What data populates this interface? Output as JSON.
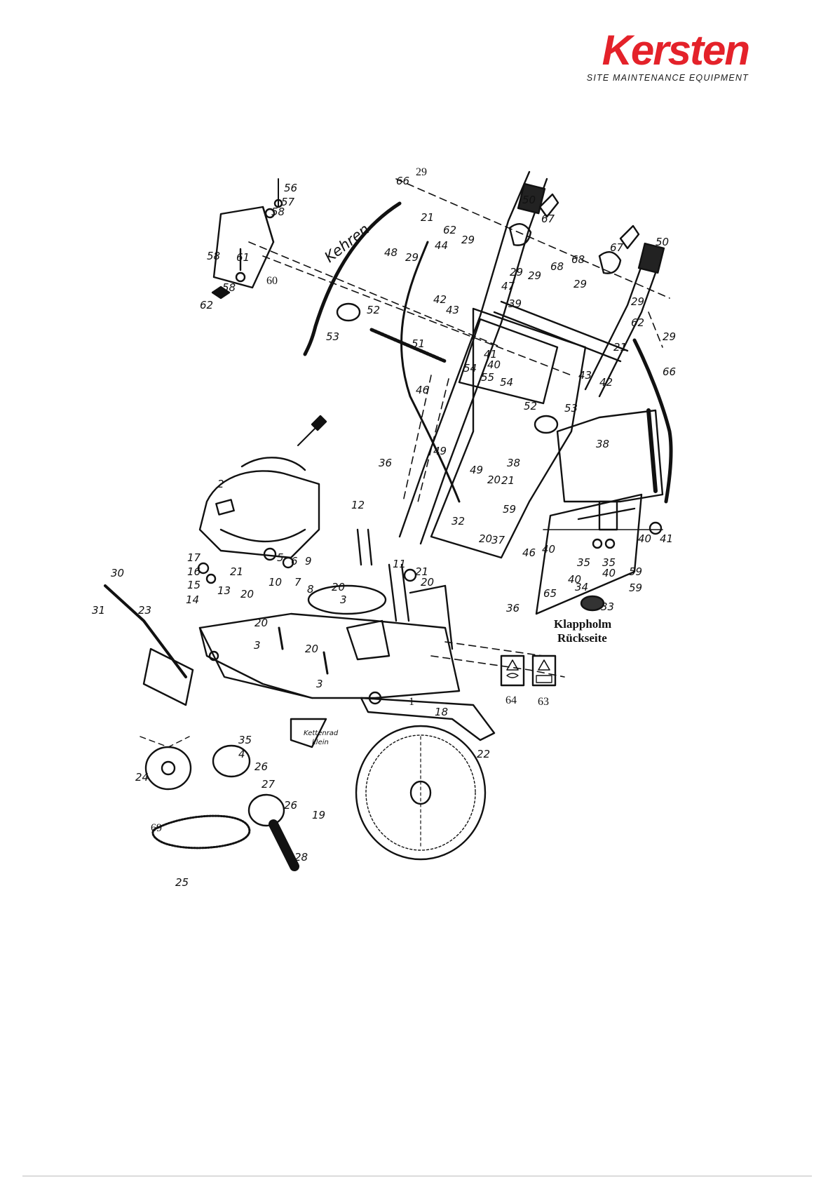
{
  "brand": {
    "name": "Kersten",
    "tagline": "SITE MAINTENANCE EQUIPMENT",
    "color": "#e4222a"
  },
  "diagram": {
    "handwritten_notes": [
      "Kehren",
      "Kettenrad",
      "klein"
    ],
    "caption_line1": "Klappholm",
    "caption_line2": "Rückseite",
    "part_numbers": [
      "1",
      "2",
      "3",
      "3",
      "4",
      "5",
      "6",
      "7",
      "8",
      "9",
      "11",
      "12",
      "13",
      "14",
      "15",
      "16",
      "17",
      "18",
      "19",
      "20",
      "20",
      "20",
      "20",
      "20",
      "21",
      "21",
      "21",
      "22",
      "23",
      "24",
      "25",
      "26",
      "26",
      "27",
      "28",
      "29",
      "29",
      "29",
      "29",
      "29",
      "30",
      "31",
      "32",
      "33",
      "34",
      "35",
      "35",
      "36",
      "36",
      "38",
      "38",
      "39",
      "40",
      "40",
      "40",
      "41",
      "41",
      "42",
      "42",
      "43",
      "43",
      "44",
      "46",
      "46",
      "47",
      "48",
      "49",
      "49",
      "50",
      "50",
      "51",
      "52",
      "52",
      "53",
      "53",
      "54",
      "54",
      "55",
      "56",
      "57",
      "58",
      "58",
      "58",
      "59",
      "59",
      "59",
      "60",
      "61",
      "62",
      "62",
      "62",
      "63",
      "64",
      "65",
      "66",
      "66",
      "67",
      "67",
      "68",
      "68",
      "69"
    ],
    "warning_icons": [
      "warning-gear-icon",
      "warning-manual-icon"
    ]
  }
}
